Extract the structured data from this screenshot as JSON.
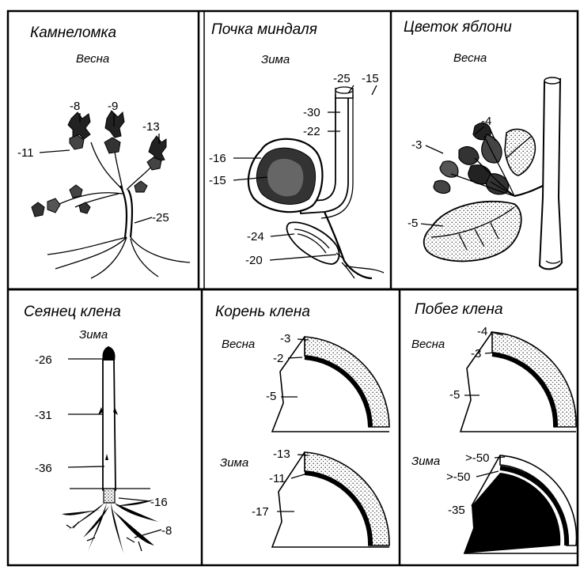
{
  "panels": {
    "kamnelomka": {
      "title": "Камнеломка",
      "season": "Весна",
      "labels": [
        "-8",
        "-9",
        "-13",
        "-11",
        "-25"
      ]
    },
    "pochka": {
      "title": "Почка миндаля",
      "season": "Зима",
      "labels": [
        "-25",
        "-15",
        "-30",
        "-22",
        "-16",
        "-15",
        "-24",
        "-20"
      ]
    },
    "tsvetok": {
      "title": "Цветок яблони",
      "season": "Весна",
      "labels": [
        "-4",
        "-3",
        "-5"
      ]
    },
    "seyanets": {
      "title": "Сеянец клена",
      "season": "Зима",
      "labels": [
        "-26",
        "-31",
        "-36",
        "-16",
        "-8"
      ]
    },
    "koren": {
      "title": "Корень клена",
      "spring": {
        "season": "Весна",
        "labels": [
          "-3",
          "-2",
          "-5"
        ]
      },
      "winter": {
        "season": "Зима",
        "labels": [
          "-13",
          "-11",
          "-17"
        ]
      }
    },
    "pobeg": {
      "title": "Побег клена",
      "spring": {
        "season": "Весна",
        "labels": [
          "-4",
          "-3",
          "-5"
        ]
      },
      "winter": {
        "season": "Зима",
        "labels": [
          ">-50",
          ">-50",
          "-35"
        ]
      }
    }
  },
  "colors": {
    "ink": "#000000",
    "paper": "#ffffff",
    "stipple": "#555555"
  }
}
